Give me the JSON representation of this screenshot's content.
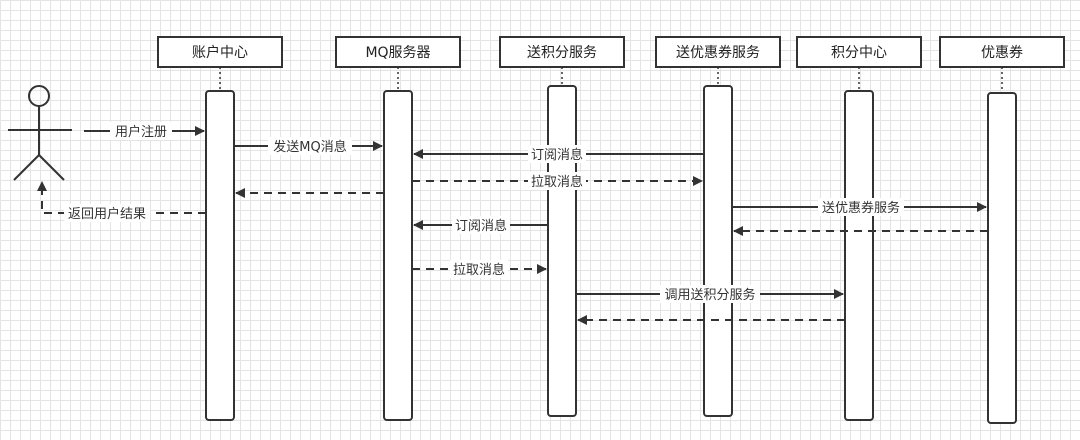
{
  "diagram": {
    "participants": [
      {
        "id": "account",
        "label": "账户中心"
      },
      {
        "id": "mq",
        "label": "MQ服务器"
      },
      {
        "id": "points_service",
        "label": "送积分服务"
      },
      {
        "id": "coupon_service",
        "label": "送优惠券服务"
      },
      {
        "id": "points_center",
        "label": "积分中心"
      },
      {
        "id": "coupon",
        "label": "优惠券"
      }
    ],
    "messages": [
      {
        "from": "user",
        "to": "account",
        "label": "用户注册",
        "style": "solid"
      },
      {
        "from": "account",
        "to": "mq",
        "label": "发送MQ消息",
        "style": "solid"
      },
      {
        "from": "coupon_service",
        "to": "mq",
        "label": "订阅消息",
        "style": "solid"
      },
      {
        "from": "mq",
        "to": "account",
        "label": "",
        "style": "dashed"
      },
      {
        "from": "mq",
        "to": "coupon_service",
        "label": "拉取消息",
        "style": "dashed"
      },
      {
        "from": "account",
        "to": "user",
        "label": "返回用户结果",
        "style": "dashed"
      },
      {
        "from": "coupon_service",
        "to": "coupon",
        "label": "送优惠券服务",
        "style": "solid"
      },
      {
        "from": "coupon",
        "to": "coupon_service",
        "label": "",
        "style": "dashed"
      },
      {
        "from": "points_service",
        "to": "mq",
        "label": "订阅消息",
        "style": "solid"
      },
      {
        "from": "mq",
        "to": "points_service",
        "label": "拉取消息",
        "style": "dashed"
      },
      {
        "from": "points_service",
        "to": "points_center",
        "label": "调用送积分服务",
        "style": "solid"
      },
      {
        "from": "points_center",
        "to": "points_service",
        "label": "",
        "style": "dashed"
      }
    ],
    "colors": {
      "line": "#333333",
      "box_fill": "#ffffff",
      "grid": "#e4e4e4"
    }
  }
}
